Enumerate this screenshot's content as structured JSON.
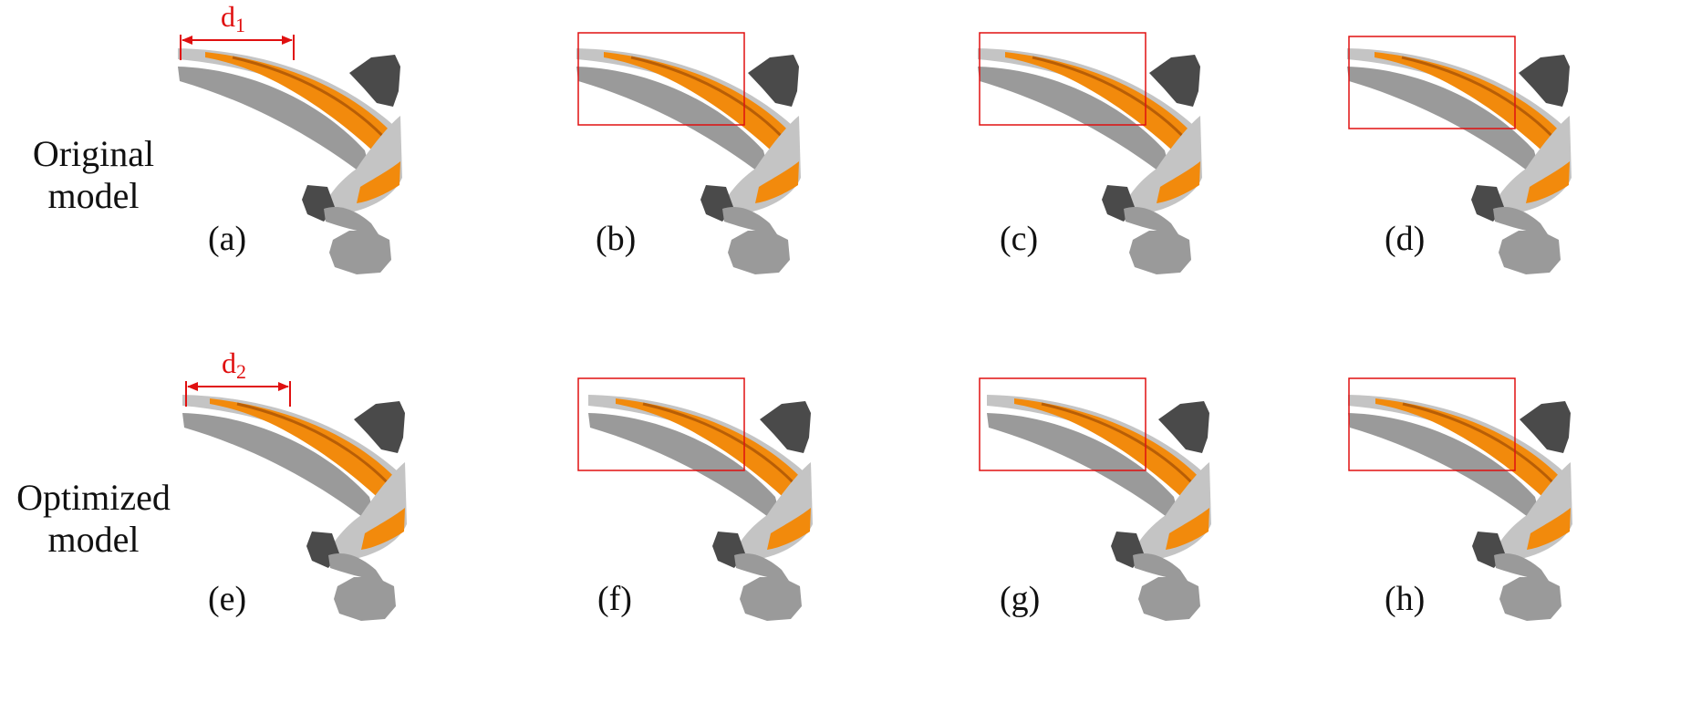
{
  "row_labels": [
    {
      "line1": "Original",
      "line2": "model"
    },
    {
      "line1": "Optimized",
      "line2": "model"
    }
  ],
  "captions": [
    "(a)",
    "(b)",
    "(c)",
    "(d)",
    "(e)",
    "(f)",
    "(g)",
    "(h)"
  ],
  "dimension_labels": [
    {
      "base": "d",
      "sub": "1"
    },
    {
      "base": "d",
      "sub": "2"
    }
  ],
  "colors": {
    "orange": "#f28a0c",
    "dark_orange": "#b85e06",
    "gray": "#9a9a9a",
    "light_gray": "#c4c4c4",
    "dark_gray": "#4a4a4a",
    "highlight_box": "#e01010",
    "dimension": "#e01010"
  }
}
